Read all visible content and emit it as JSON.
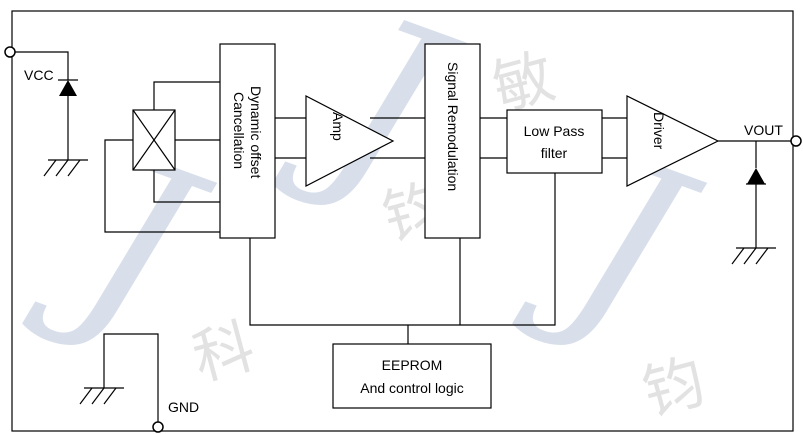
{
  "labels": {
    "vcc": "VCC",
    "gnd": "GND",
    "vout": "VOUT",
    "dynamic_offset": [
      "Dynamic offset",
      "Cancellation"
    ],
    "amp": "Amp",
    "signal_remodulation": "Signal Remodulation",
    "low_pass": [
      "Low Pass",
      "filter"
    ],
    "driver": "Driver",
    "eeprom": [
      "EEPROM",
      "And control logic"
    ]
  },
  "watermark": {
    "letter": "J",
    "chinese": [
      "钧",
      "敏",
      "科"
    ]
  },
  "colors": {
    "watermark_blue": "#b9c6db",
    "watermark_gray": "#d7d7d7",
    "line": "#000000"
  }
}
